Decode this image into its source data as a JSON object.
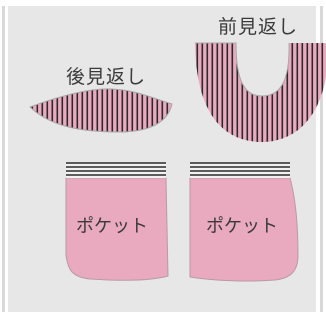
{
  "labels": {
    "front_facing": "前見返し",
    "back_facing": "後見返し",
    "pocket_left": "ポケット",
    "pocket_right": "ポケット"
  },
  "colors": {
    "background": "#e7e7e7",
    "piece_fill": "#e9a9bf",
    "stripe": "#2a2a2a",
    "outline": "#a8a8a8"
  }
}
